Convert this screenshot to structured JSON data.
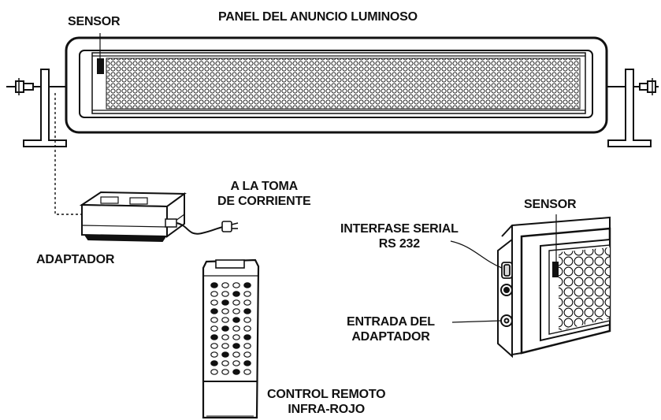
{
  "labels": {
    "sensor_main": "SENSOR",
    "panel_title": "PANEL DEL ANUNCIO LUMINOSO",
    "power_outlet": [
      "A LA TOMA",
      "DE CORRIENTE"
    ],
    "adapter": "ADAPTADOR",
    "serial_interface": [
      "INTERFASE SERIAL",
      "RS 232"
    ],
    "sensor_detail": "SENSOR",
    "adapter_input": [
      "ENTRADA DEL",
      "ADAPTADOR"
    ],
    "remote_control": [
      "CONTROL REMOTO",
      "INFRA-ROJO"
    ]
  },
  "colors": {
    "ink": "#111111",
    "paper": "#ffffff",
    "shade": "#d9d9d9"
  }
}
